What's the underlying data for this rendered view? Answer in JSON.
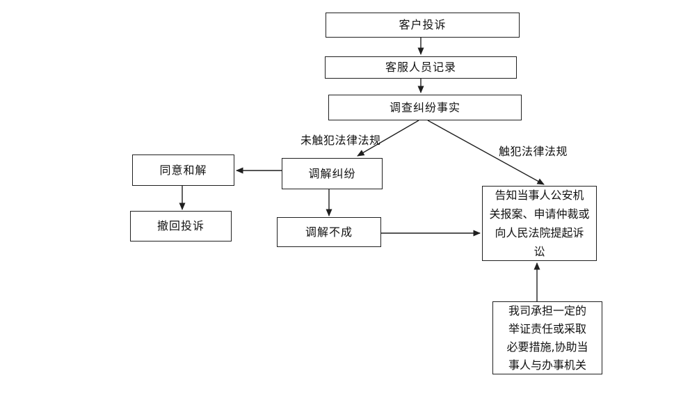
{
  "page": {
    "background_color": "#ffffff",
    "line_color": "#1f1f1f",
    "text_color": "#111111"
  },
  "flowchart": {
    "nodes": {
      "customer_complaint": {
        "label": "客户投诉"
      },
      "service_record": {
        "label": "客服人员记录"
      },
      "investigate_facts": {
        "label": "调查纠纷事实"
      },
      "agree_settlement": {
        "label": "同意和解"
      },
      "mediate_dispute": {
        "label": "调解纠纷"
      },
      "withdraw_complaint": {
        "label": "撤回投诉"
      },
      "mediation_failed": {
        "label": "调解不成"
      },
      "legal_action": {
        "label": "告知当事人公安机\n关报案、申请仲裁或\n向人民法院提起诉\n讼"
      },
      "company_support": {
        "label": "我司承担一定的\n举证责任或采取\n必要措施,协助当\n事人与办事机关"
      }
    },
    "edge_labels": {
      "no_violation": "未触犯法律法规",
      "violation": "触犯法律法规"
    }
  }
}
